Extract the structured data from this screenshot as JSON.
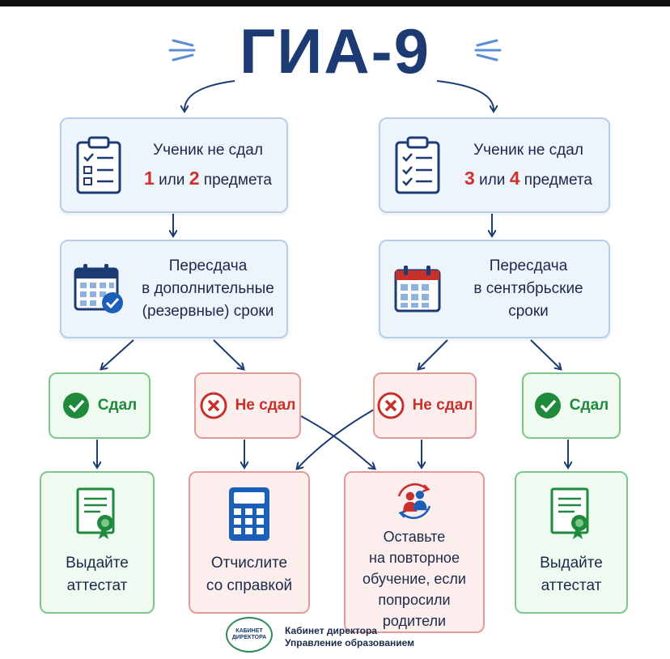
{
  "title": "ГИА-9",
  "branches": [
    {
      "condition": {
        "prefix": "Ученик не сдал",
        "num1": "1",
        "conj": "или",
        "num2": "2",
        "suffix": "предмета"
      },
      "retake": {
        "lines": [
          "Пересдача",
          "в дополнительные",
          "(резервные) сроки"
        ]
      }
    },
    {
      "condition": {
        "prefix": "Ученик не сдал",
        "num1": "3",
        "conj": "или",
        "num2": "4",
        "suffix": "предмета"
      },
      "retake": {
        "lines": [
          "Пересдача",
          "в сентябрьские",
          "сроки"
        ]
      }
    }
  ],
  "outcomes": {
    "passed": "Сдал",
    "failed": "Не сдал"
  },
  "results": {
    "certificate": [
      "Выдайте",
      "аттестат"
    ],
    "expel": [
      "Отчислите",
      "со справкой"
    ],
    "repeat": [
      "Оставьте",
      "на повторное",
      "обучение, если",
      "попросили родители"
    ]
  },
  "footer": {
    "logo": [
      "КАБИНЕТ",
      "ДИРЕКТОРА"
    ],
    "line1": "Кабинет директора",
    "line2": "Управление образованием"
  },
  "colors": {
    "title": "#1c3b73",
    "arrow": "#1c3b73",
    "green": "#1f8a3b",
    "red": "#c8302c",
    "accent_numbers": "#d0302c"
  },
  "icons": [
    "clipboard-checklist-icon",
    "calendar-check-icon",
    "calendar-icon",
    "check-circle-icon",
    "x-circle-icon",
    "certificate-icon",
    "calculator-icon",
    "people-cycle-icon"
  ]
}
